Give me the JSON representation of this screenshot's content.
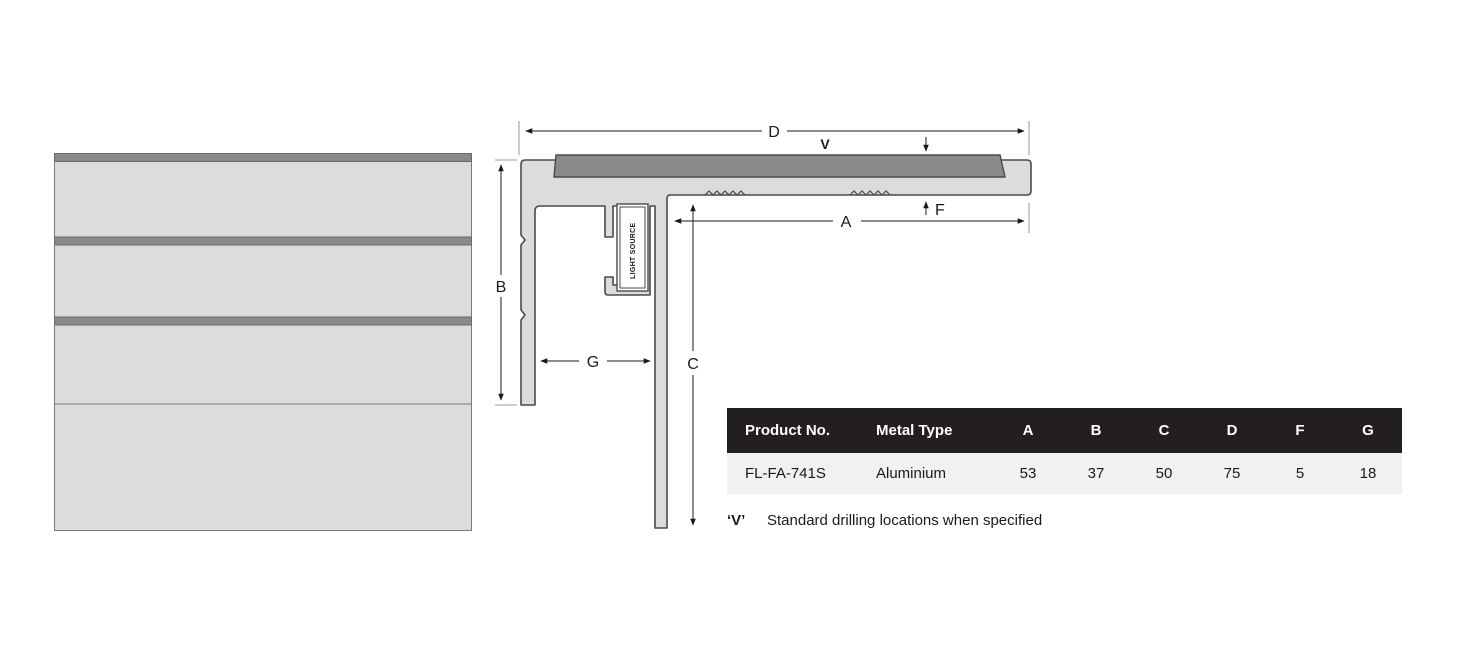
{
  "diagram": {
    "dimension_labels": {
      "a": "A",
      "b": "B",
      "c": "C",
      "d": "D",
      "f": "F",
      "g": "G"
    },
    "drill_marker": "V",
    "light_source_label": "LIGHT SOURCE"
  },
  "table": {
    "headers": [
      "Product No.",
      "Metal Type",
      "A",
      "B",
      "C",
      "D",
      "F",
      "G"
    ],
    "rows": [
      [
        "FL-FA-741S",
        "Aluminium",
        "53",
        "37",
        "50",
        "75",
        "5",
        "18"
      ]
    ]
  },
  "note": {
    "key": "‘V’",
    "text": "Standard drilling locations when specified"
  },
  "colors": {
    "profile_fill": "#dcdcde",
    "profile_stroke": "#4a4a4a",
    "tread_insert": "#8a8a8c",
    "table_header_bg": "#231f20",
    "table_row_bg": "#f1f1f1"
  }
}
